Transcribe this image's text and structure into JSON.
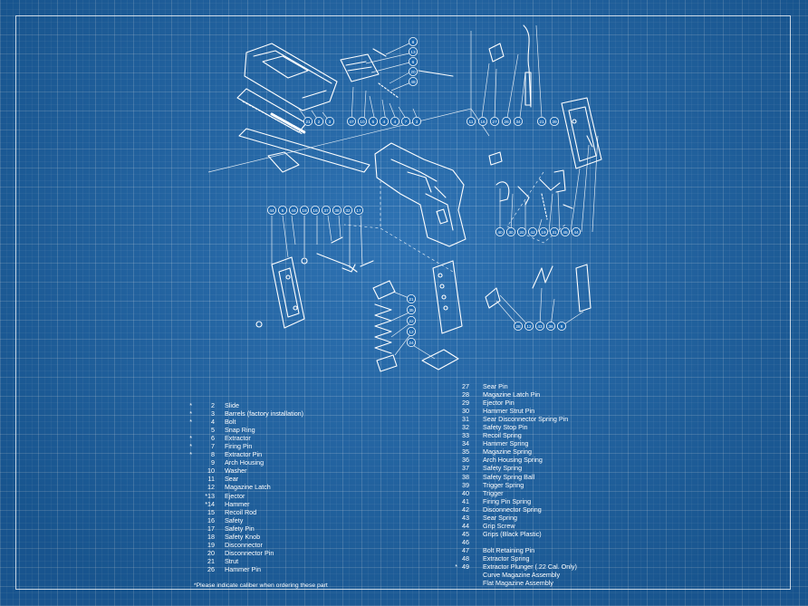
{
  "legend_left": [
    {
      "star": "*",
      "num": "2",
      "name": "Slide"
    },
    {
      "star": "*",
      "num": "3",
      "name": "Barrels (factory installation)"
    },
    {
      "star": "*",
      "num": "4",
      "name": "Bolt"
    },
    {
      "star": "",
      "num": "5",
      "name": "Snap Ring"
    },
    {
      "star": "*",
      "num": "6",
      "name": "Extractor"
    },
    {
      "star": "*",
      "num": "7",
      "name": "Firing Pin"
    },
    {
      "star": "*",
      "num": "8",
      "name": "Extractor Pin"
    },
    {
      "star": "",
      "num": "9",
      "name": "Arch Housing"
    },
    {
      "star": "",
      "num": "10",
      "name": "Washer"
    },
    {
      "star": "",
      "num": "11",
      "name": "Sear"
    },
    {
      "star": "",
      "num": "12",
      "name": "Magazine Latch"
    },
    {
      "star": "",
      "num": "*13",
      "name": "Ejector"
    },
    {
      "star": "",
      "num": "*14",
      "name": "Hammer"
    },
    {
      "star": "",
      "num": "15",
      "name": "Recoil Rod"
    },
    {
      "star": "",
      "num": "16",
      "name": "Safety"
    },
    {
      "star": "",
      "num": "17",
      "name": "Safety Pin"
    },
    {
      "star": "",
      "num": "18",
      "name": "Safety Knob"
    },
    {
      "star": "",
      "num": "19",
      "name": "Disconnector"
    },
    {
      "star": "",
      "num": "20",
      "name": "Disconnector Pin"
    },
    {
      "star": "",
      "num": "21",
      "name": "Strut"
    },
    {
      "star": "",
      "num": "26",
      "name": "Hammer Pin"
    }
  ],
  "legend_right": [
    {
      "star": "",
      "num": "27",
      "name": "Sear Pin"
    },
    {
      "star": "",
      "num": "28",
      "name": "Magazine Latch Pin"
    },
    {
      "star": "",
      "num": "29",
      "name": "Ejector Pin"
    },
    {
      "star": "",
      "num": "30",
      "name": "Hammer Strut Pin"
    },
    {
      "star": "",
      "num": "31",
      "name": "Sear Disconnector Spring Pin"
    },
    {
      "star": "",
      "num": "32",
      "name": "Safety Stop Pin"
    },
    {
      "star": "",
      "num": "33",
      "name": "Recoil Spring"
    },
    {
      "star": "",
      "num": "34",
      "name": "Hammer Spring"
    },
    {
      "star": "",
      "num": "35",
      "name": "Magazine Spring"
    },
    {
      "star": "",
      "num": "36",
      "name": "Arch Housing Spring"
    },
    {
      "star": "",
      "num": "37",
      "name": "Safety Spring"
    },
    {
      "star": "",
      "num": "38",
      "name": "Safety Spring Ball"
    },
    {
      "star": "",
      "num": "39",
      "name": "Trigger Spring"
    },
    {
      "star": "",
      "num": "40",
      "name": "Trigger"
    },
    {
      "star": "",
      "num": "41",
      "name": "Firing Pin Spring"
    },
    {
      "star": "",
      "num": "42",
      "name": "Disconnector Spring"
    },
    {
      "star": "",
      "num": "43",
      "name": "Sear Spring"
    },
    {
      "star": "",
      "num": "44",
      "name": "Grip Screw"
    },
    {
      "star": "",
      "num": "45",
      "name": "Grips (Black Plastic)"
    },
    {
      "star": "",
      "num": "46",
      "name": ""
    },
    {
      "star": "",
      "num": "47",
      "name": "Bolt Retaining Pin"
    },
    {
      "star": "",
      "num": "48",
      "name": "Extractor Spring"
    },
    {
      "star": "*",
      "num": "49",
      "name": "Extractor Plunger (.22 Cal. Only)"
    },
    {
      "star": "",
      "num": "",
      "name": "Curve Magazine Assembly"
    },
    {
      "star": "",
      "num": "",
      "name": "Flat Magazine Assembly"
    }
  ],
  "footnote": "*Please indicate caliber when ordering these part",
  "callouts": {
    "top_right_column": [
      "8",
      "13",
      "6",
      "20",
      "48"
    ],
    "top_row": [
      "47",
      "10",
      "5",
      "4",
      "4",
      "7",
      "3"
    ],
    "top_row_left": [
      "21",
      "2",
      "3"
    ],
    "upper_right_row": [
      "11",
      "16",
      "27",
      "26",
      "34",
      "21",
      "39"
    ],
    "middle_left_row": [
      "44",
      "5",
      "44",
      "18",
      "16",
      "37",
      "38",
      "32",
      "17"
    ],
    "middle_right_row": [
      "40",
      "30",
      "20",
      "42",
      "19",
      "31",
      "45",
      "44"
    ],
    "magazine_column": [
      "21",
      "35",
      "22",
      "12",
      "24"
    ],
    "lower_right_row": [
      "28",
      "12",
      "43",
      "36",
      "9"
    ]
  },
  "colors": {
    "background": "#1d67ad",
    "ink": "#ffffff"
  }
}
